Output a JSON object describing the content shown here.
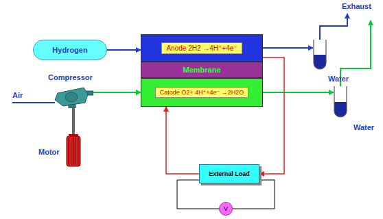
{
  "diagram": {
    "nodes": [
      {
        "text": [
          "Hydrogen"
        ]
      },
      {
        "text": [
          "Anode 2H2 →4H⁺+4e⁻"
        ]
      },
      {
        "text": [
          "Membrane"
        ]
      },
      {
        "text": [
          "Catode O2+ 4H⁺+4e⁻ →2H2O"
        ]
      },
      {
        "text": [
          "Compressor"
        ]
      },
      {
        "text": [
          "Motor"
        ]
      },
      {
        "text": [
          "Water"
        ]
      },
      {
        "text": [
          "Water"
        ]
      },
      {
        "text": [
          "External Load"
        ]
      },
      {
        "text": [
          "V"
        ]
      }
    ],
    "edges": [
      {
        "from": 0,
        "to": 1,
        "arrow": "to"
      },
      {
        "from": 1,
        "to": 6,
        "arrow": "to"
      },
      {
        "from": 4,
        "to": 3,
        "arrow": "to"
      },
      {
        "from": 3,
        "to": 7,
        "arrow": "to"
      },
      {
        "from": 1,
        "to": 8,
        "arrow": "to"
      },
      {
        "from": 8,
        "to": 3,
        "arrow": "to"
      },
      {
        "from": 8,
        "to": 9,
        "arrow": "none"
      },
      {
        "from": 8,
        "to": 9,
        "arrow": "none"
      },
      {
        "from": 5,
        "to": 4,
        "arrow": "none"
      }
    ],
    "labels": [
      "Exhaust",
      "Air"
    ]
  }
}
